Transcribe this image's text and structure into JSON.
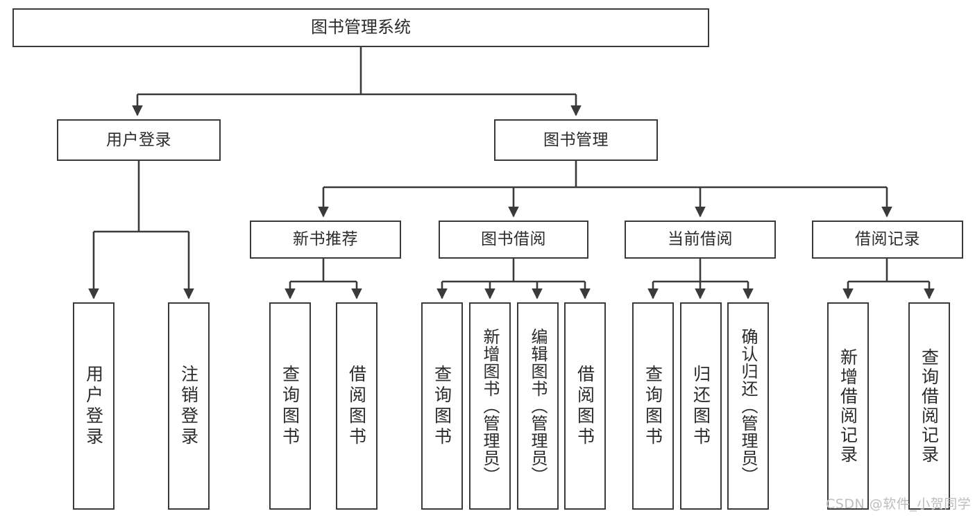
{
  "diagram": {
    "type": "hierarchy-tree",
    "title": "图书管理系统",
    "root": {
      "label": "图书管理系统"
    },
    "level1": [
      {
        "label": "用户登录"
      },
      {
        "label": "图书管理"
      }
    ],
    "level2": [
      {
        "label": "新书推荐"
      },
      {
        "label": "图书借阅"
      },
      {
        "label": "当前借阅"
      },
      {
        "label": "借阅记录"
      }
    ],
    "leaves": {
      "user_login": [
        {
          "label": "用户登录"
        },
        {
          "label": "注销登录"
        }
      ],
      "new_book_recommend": [
        {
          "label": "查询图书"
        },
        {
          "label": "借阅图书"
        }
      ],
      "book_borrow": [
        {
          "label": "查询图书"
        },
        {
          "label": "新增图书（管理员）"
        },
        {
          "label": "编辑图书（管理员）"
        },
        {
          "label": "借阅图书"
        }
      ],
      "current_borrow": [
        {
          "label": "查询图书"
        },
        {
          "label": "归还图书"
        },
        {
          "label": "确认归还（管理员）"
        }
      ],
      "borrow_records": [
        {
          "label": "新增借阅记录"
        },
        {
          "label": "查询借阅记录"
        }
      ]
    }
  },
  "watermark": {
    "text": "CSDN @软件_小贺同学"
  },
  "colors": {
    "stroke": "#3a3a3a",
    "text": "#2b2b2b",
    "background": "#ffffff",
    "watermark": "#bdbdbd"
  }
}
